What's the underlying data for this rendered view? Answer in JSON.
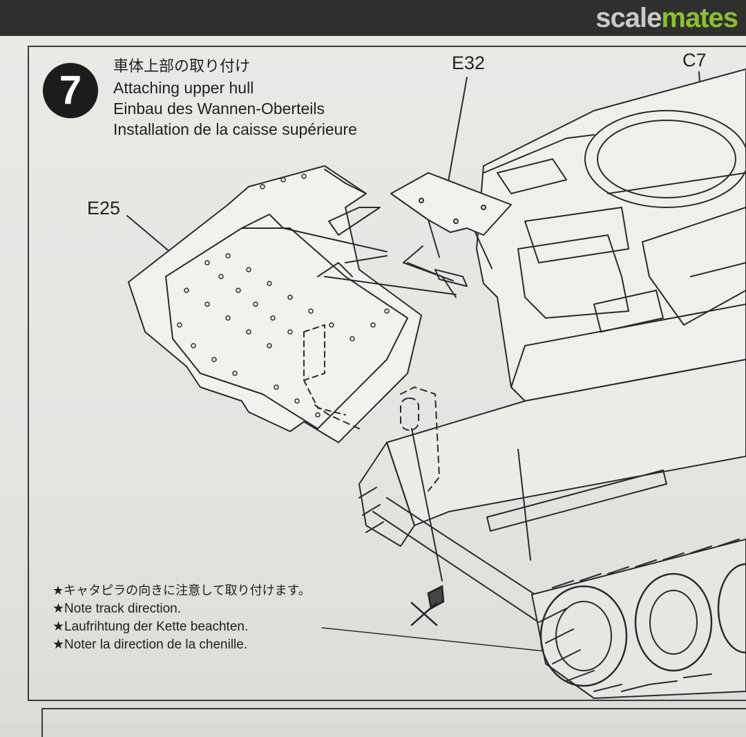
{
  "watermark": {
    "part1": "scale",
    "part2": "mates",
    "color1": "#c9c9c9",
    "color2": "#8dbf2e"
  },
  "step": {
    "number": "7"
  },
  "titles": {
    "jp": "車体上部の取り付け",
    "en": "Attaching upper hull",
    "de": "Einbau des Wannen-Oberteils",
    "fr": "Installation de la caisse supérieure"
  },
  "parts": {
    "e32": "E32",
    "c7": "C7",
    "e25": "E25"
  },
  "notes": {
    "jp": "★キャタピラの向きに注意して取り付けます。",
    "en": "★Note track direction.",
    "de": "★Laufrihtung der Kette beachten.",
    "fr": "★Noter la direction de la chenille."
  },
  "icons": [
    "no-glue-icon"
  ]
}
